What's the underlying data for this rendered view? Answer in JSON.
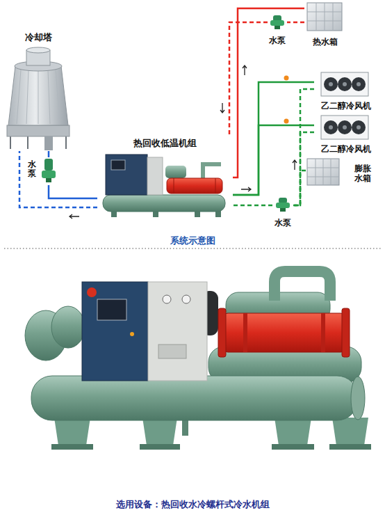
{
  "diagram": {
    "caption": "选用设备：热回收水冷螺杆式冷水机组",
    "nodes": [
      {
        "text": [
          "冷却塔"
        ]
      },
      {
        "text": [
          "水泵"
        ]
      },
      {
        "text": [
          "热水箱"
        ]
      },
      {
        "text": [
          "乙二醇冷风机"
        ]
      },
      {
        "text": [
          "乙二醇冷风机"
        ]
      },
      {
        "text": [
          "热回收低温机组"
        ]
      },
      {
        "text": [
          "膨胀水箱"
        ]
      },
      {
        "text": [
          "水泵"
        ]
      },
      {
        "text": [
          "水泵"
        ]
      }
    ],
    "edges": [
      {
        "from": 0,
        "to": 7,
        "arrow": "none"
      },
      {
        "from": 7,
        "to": 5,
        "arrow": "none"
      },
      {
        "from": 5,
        "to": 0,
        "arrow": "none"
      },
      {
        "from": 5,
        "to": 2,
        "arrow": "none"
      },
      {
        "from": 2,
        "to": 1,
        "arrow": "none"
      },
      {
        "from": 1,
        "to": 5,
        "arrow": "none"
      },
      {
        "from": 5,
        "to": 3,
        "arrow": "none"
      },
      {
        "from": 5,
        "to": 4,
        "arrow": "none"
      },
      {
        "from": 3,
        "to": 8,
        "arrow": "none"
      },
      {
        "from": 4,
        "to": 8,
        "arrow": "none"
      },
      {
        "from": 6,
        "to": 8,
        "arrow": "none"
      },
      {
        "from": 8,
        "to": 5,
        "arrow": "none"
      }
    ],
    "labels": [
      "系统示意图"
    ]
  }
}
